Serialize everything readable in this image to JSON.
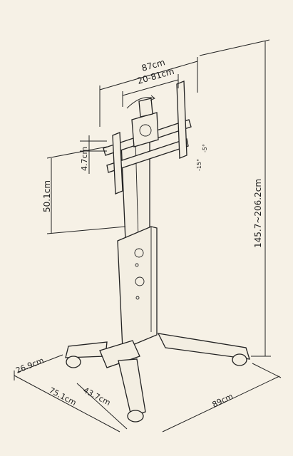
{
  "dimensions": {
    "overall_width": "87cm",
    "vesa_range": "20-81cm",
    "bracket_gap": "4.7cm",
    "bracket_height": "50.1cm",
    "total_height": "145.7~206.2cm",
    "base_depth": "26.9cm",
    "base_width": "75.1cm",
    "leg_spacing": "43.7cm",
    "base_length": "89cm"
  },
  "tilt_labels": [
    "-15°",
    "-5°"
  ],
  "colors": {
    "background": "#f6f1e6",
    "ink": "#222222"
  }
}
